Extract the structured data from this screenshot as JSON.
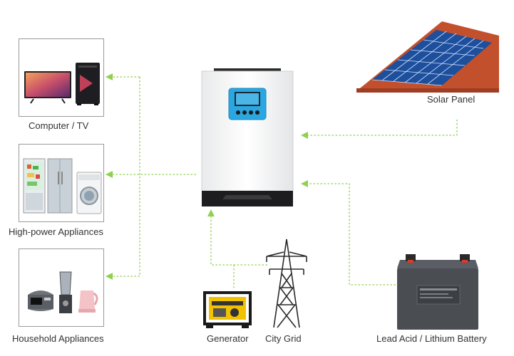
{
  "labels": {
    "computer_tv": "Computer / TV",
    "high_power": "High-power Appliances",
    "household": "Household Appliances",
    "solar_panel": "Solar Panel",
    "generator": "Generator",
    "city_grid": "City Grid",
    "battery": "Lead Acid / Lithium Battery"
  },
  "colors": {
    "connector": "#8fd14f",
    "inverter_panel": "#2aa7e0",
    "frame": "#9a9a9a"
  },
  "icons": [
    "tv-icon",
    "pc-tower-icon",
    "refrigerator-icon",
    "washing-machine-icon",
    "rice-cooker-icon",
    "blender-icon",
    "kettle-icon",
    "solar-roof-icon",
    "inverter-icon",
    "generator-icon",
    "transmission-tower-icon",
    "battery-icon"
  ]
}
